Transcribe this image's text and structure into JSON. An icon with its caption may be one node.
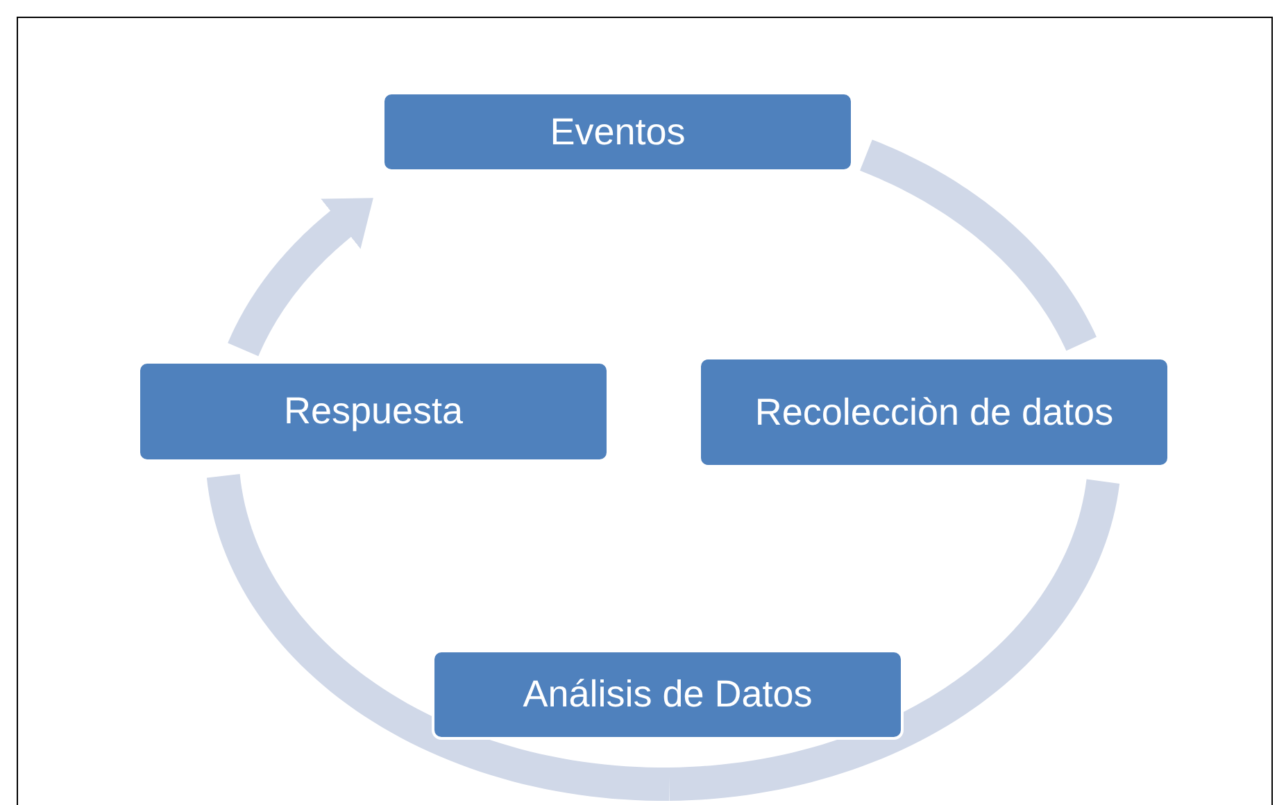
{
  "diagram": {
    "nodes": [
      {
        "text": [
          "Eventos"
        ]
      },
      {
        "text": [
          "Recolecciòn de datos"
        ]
      },
      {
        "text": [
          "Análisis de Datos"
        ]
      },
      {
        "text": [
          "Respuesta"
        ]
      }
    ],
    "edges": [
      {
        "from": 0,
        "to": 1,
        "arrow": "none"
      },
      {
        "from": 1,
        "to": 2,
        "arrow": "none"
      },
      {
        "from": 2,
        "to": 3,
        "arrow": "none"
      },
      {
        "from": 3,
        "to": 0,
        "arrow": "to"
      }
    ]
  }
}
